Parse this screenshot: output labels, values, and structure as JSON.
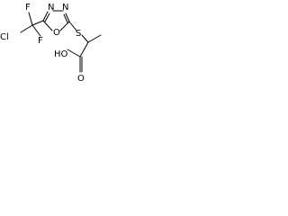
{
  "molecule": {
    "atoms": {
      "chlorine": "Cl",
      "fluorine_upper": "F",
      "fluorine_lower": "F",
      "oxygen_ring": "O",
      "nitrogen_left": "N",
      "nitrogen_right": "N",
      "sulfur": "S",
      "hydroxyl": "HO",
      "carbonyl_oxygen": "O"
    },
    "colors": {
      "bond": "#000000",
      "label": "#000000",
      "background": "#ffffff"
    }
  }
}
